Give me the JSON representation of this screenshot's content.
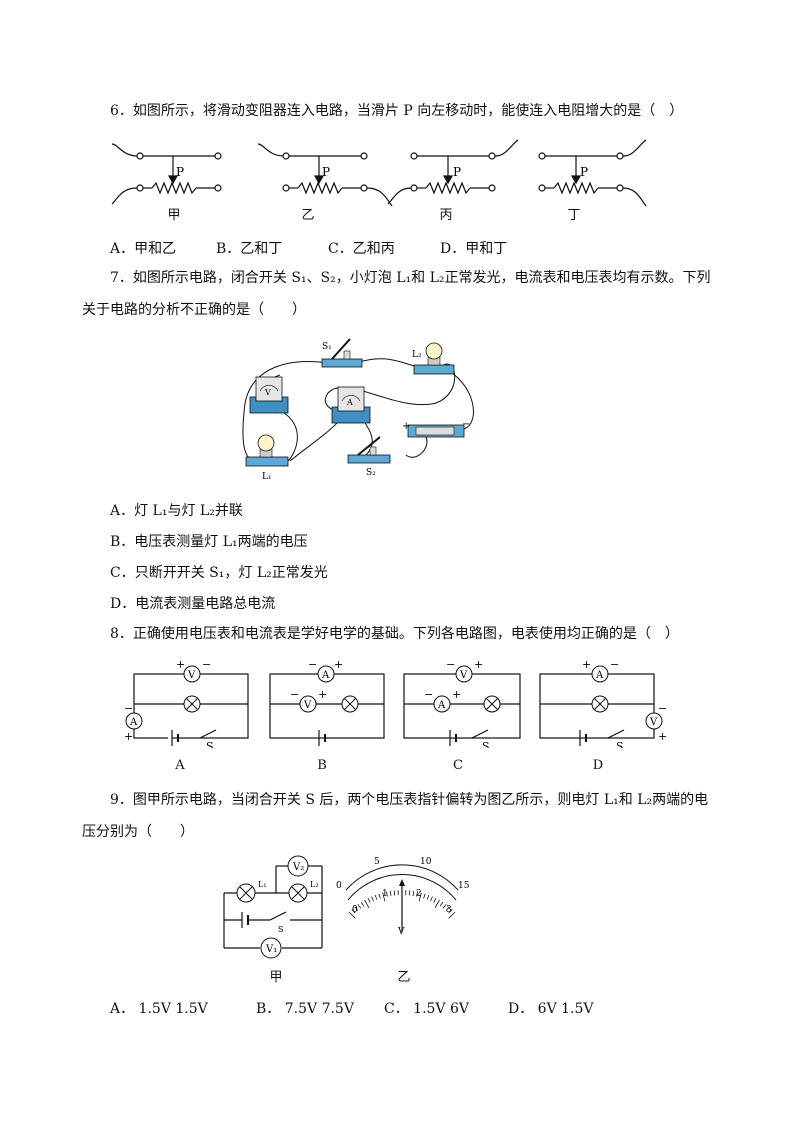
{
  "q6": {
    "stem": "6．如图所示，将滑动变阻器连入电路，当滑片 P 向左移动时，能使连入电阻增大的是（　）",
    "slider_label": "P",
    "captions": [
      "甲",
      "乙",
      "丙",
      "丁"
    ],
    "options": [
      "A．甲和乙",
      "B．乙和丁",
      "C．乙和丙",
      "D．甲和丁"
    ]
  },
  "q7": {
    "stem_line1": "7．如图所示电路，闭合开关 S₁、S₂，小灯泡 L₁和 L₂正常发光，电流表和电压表均有示数。下列",
    "stem_line2": "关于电路的分析不正确的是（　　）",
    "fig_labels": {
      "s1": "S₁",
      "l2": "L₂",
      "l1": "L₁",
      "s2": "S₂",
      "v": "V",
      "a": "A",
      "plus": "+",
      "minus": "−"
    },
    "options": [
      "A．灯 L₁与灯 L₂并联",
      "B．电压表测量灯 L₁两端的电压",
      "C．只断开开关 S₁，灯 L₂正常发光",
      "D．电流表测量电路总电流"
    ]
  },
  "q8": {
    "stem": "8．正确使用电压表和电流表是学好电学的基础。下列各电路图，电表使用均正确的是（　）",
    "captions": [
      "A",
      "B",
      "C",
      "D"
    ],
    "switch_label": "S"
  },
  "q9": {
    "stem_line1": "9．图甲所示电路，当闭合开关 S 后，两个电压表指针偏转为图乙所示，则电灯 L₁和 L₂两端的电",
    "stem_line2": "压分别为（　　）",
    "circuit_labels": {
      "v1": "V₁",
      "v2": "V₂",
      "l1": "L₁",
      "l2": "L₂",
      "s": "S"
    },
    "meter": {
      "outer": [
        "0",
        "5",
        "10",
        "15"
      ],
      "inner": [
        "0",
        "1",
        "2",
        "3"
      ],
      "unit": "V"
    },
    "captions": [
      "甲",
      "乙"
    ],
    "options": [
      "A． 1.5V  1.5V",
      "B． 7.5V  7.5V",
      "C． 1.5V  6V",
      "D．  6V  1.5V"
    ]
  }
}
